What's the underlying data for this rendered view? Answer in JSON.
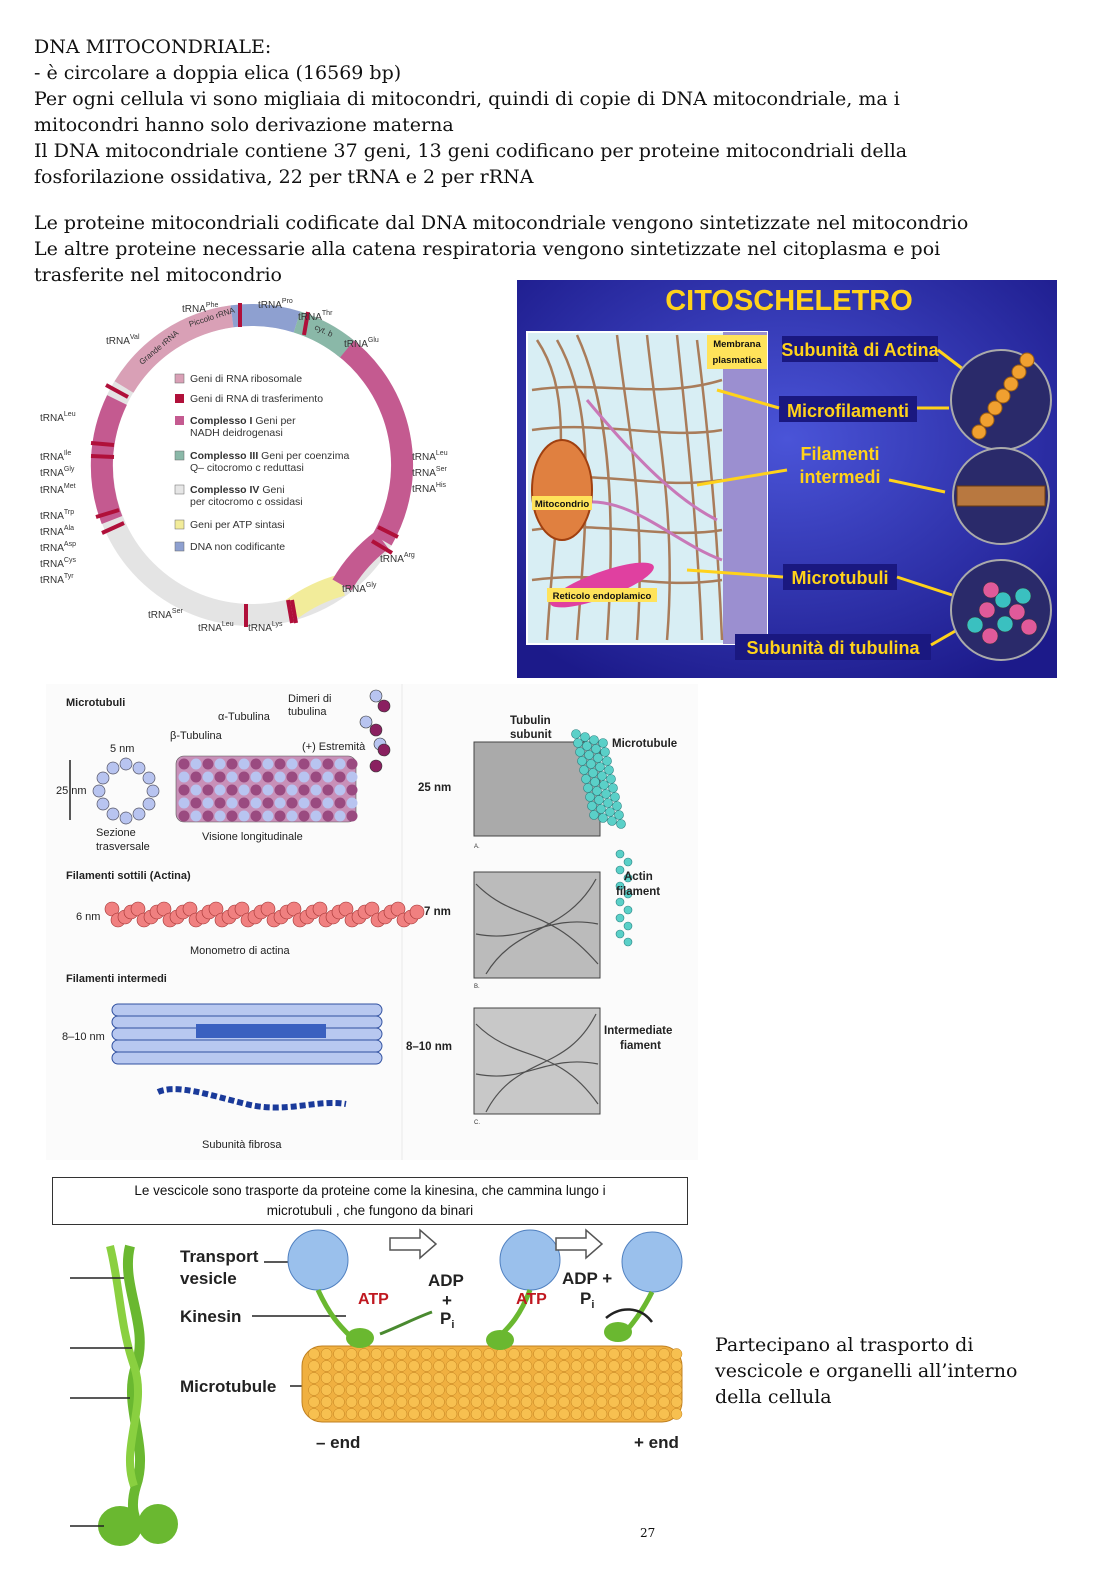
{
  "text": {
    "heading": "DNA MITOCONDRIALE:",
    "line1": "- è circolare a doppia elica (16569 bp)",
    "line2": "Per ogni cellula vi sono migliaia di mitocondri, quindi di copie di DNA mitocondriale, ma i",
    "line3": "mitocondri hanno solo derivazione materna",
    "line4": "Il DNA mitocondriale contiene 37 geni, 13 geni codificano per proteine mitocondriali della",
    "line5": "fosforilazione ossidativa, 22 per tRNA e 2 per rRNA",
    "line6": "Le proteine mitocondriali codificate dal DNA mitocondriale vengono sintetizzate nel mitocondrio",
    "line7": "Le altre proteine necessarie alla catena respiratoria vengono sintetizzate nel citoplasma e poi",
    "line8": "trasferite nel mitocondrio",
    "side_note_1": "Partecipano al trasporto di",
    "side_note_2": "vescicole e organelli all’interno",
    "side_note_3": "della cellula",
    "page_number": "27"
  },
  "mtdna_map": {
    "legend": [
      {
        "label": "Geni di RNA ribosomale",
        "color": "#d9a0b6"
      },
      {
        "label": "Geni di RNA di trasferimento",
        "color": "#b0103a"
      },
      {
        "label_bold": "Complesso I",
        "label": " Geni per",
        "label2": "NADH deidrogenasi",
        "color": "#c45a90"
      },
      {
        "label_bold": "Complesso III",
        "label": " Geni per coenzima",
        "label2": "Q– citocromo c reduttasi",
        "color": "#8ab8a8"
      },
      {
        "label_bold": "Complesso IV",
        "label": " Geni",
        "label2": "per citocromo c ossidasi",
        "color": "#e6e6e6"
      },
      {
        "label": "Geni per ATP sintasi",
        "color": "#f2ec9a"
      },
      {
        "label": "DNA non codificante",
        "color": "#8ea0d0"
      }
    ],
    "ring_labels": {
      "small_rrna": "Piccolo rRNA",
      "large_rrna": "Grande rRNA",
      "cytb": "cyt. b"
    },
    "trna": {
      "phe": "tRNA",
      "phe_sup": "Phe",
      "pro": "tRNA",
      "pro_sup": "Pro",
      "thr": "tRNA",
      "thr_sup": "Thr",
      "val": "tRNA",
      "val_sup": "Val",
      "glu": "tRNA",
      "glu_sup": "Glu",
      "leu1": "tRNA",
      "leu1_sup": "Leu",
      "ile": "tRNA",
      "ile_sup": "Ile",
      "gly1": "tRNA",
      "gly1_sup": "Gly",
      "met": "tRNA",
      "met_sup": "Met",
      "leu2": "tRNA",
      "leu2_sup": "Leu",
      "ser1": "tRNA",
      "ser1_sup": "Ser",
      "his": "tRNA",
      "his_sup": "His",
      "trp": "tRNA",
      "trp_sup": "Trp",
      "ala": "tRNA",
      "ala_sup": "Ala",
      "asp": "tRNA",
      "asp_sup": "Asp",
      "cys": "tRNA",
      "cys_sup": "Cys",
      "tyr": "tRNA",
      "tyr_sup": "Tyr",
      "arg": "tRNA",
      "arg_sup": "Arg",
      "gly2": "tRNA",
      "gly2_sup": "Gly",
      "ser2": "tRNA",
      "ser2_sup": "Ser",
      "leu3": "tRNA",
      "leu3_sup": "Leu",
      "lys": "tRNA",
      "lys_sup": "Lys"
    }
  },
  "cytoskeleton_slide": {
    "title": "CITOSCHELETRO",
    "membrana": "Membrana",
    "plasmatica": "plasmatica",
    "mitocondrio": "Mitocondrio",
    "reticolo": "Reticolo endoplamico",
    "actin_subunit": "Subunità di Actina",
    "microfilaments": "Microfilamenti",
    "intermediate_1": "Filamenti",
    "intermediate_2": "intermedi",
    "microtubules": "Microtubuli",
    "tubulin_subunit": "Subunità di tubulina"
  },
  "filaments_figure": {
    "microtubuli": "Microtubuli",
    "alpha": "α-Tubulina",
    "beta": "β-Tubulina",
    "dimeri_1": "Dimeri di",
    "dimeri_2": "tubulina",
    "plus_end": "(+) Estremità",
    "d5nm": "5 nm",
    "d25nm": "25 nm",
    "sezione_1": "Sezione",
    "sezione_2": "trasversale",
    "visione": "Visione longitudinale",
    "sottili": "Filamenti sottili (Actina)",
    "d6nm": "6 nm",
    "monomero": "Monometro di actina",
    "intermedi": "Filamenti intermedi",
    "d810": "8–10 nm",
    "fibrosa": "Subunità fibrosa",
    "tubulin_subunit_1": "Tubulin",
    "tubulin_subunit_2": "subunit",
    "microtubule": "Microtubule",
    "em25": "25 nm",
    "em7": "7 nm",
    "em810": "8–10 nm",
    "actin_1": "Actin",
    "actin_2": "filament",
    "inter_1": "Intermediate",
    "inter_2": "fiament",
    "panel_a": "A.",
    "panel_b": "B.",
    "panel_c": "C."
  },
  "kinesin_figure": {
    "caption_1": "Le vescicole sono trasporte da proteine come la kinesina, che cammina lungo i",
    "caption_2": "microtubuli , che fungono da binari",
    "transport_1": "Transport",
    "transport_2": "vesicle",
    "kinesin": "Kinesin",
    "microtubule": "Microtubule",
    "atp1": "ATP",
    "atp2": "ATP",
    "adp1_a": "ADP",
    "adp1_b": "+",
    "adp1_c": "P",
    "adp1_sub": "i",
    "adp2_a": "ADP +",
    "adp2_c": "P",
    "adp2_sub": "i",
    "minus_end": "– end",
    "plus_end": "+ end"
  }
}
